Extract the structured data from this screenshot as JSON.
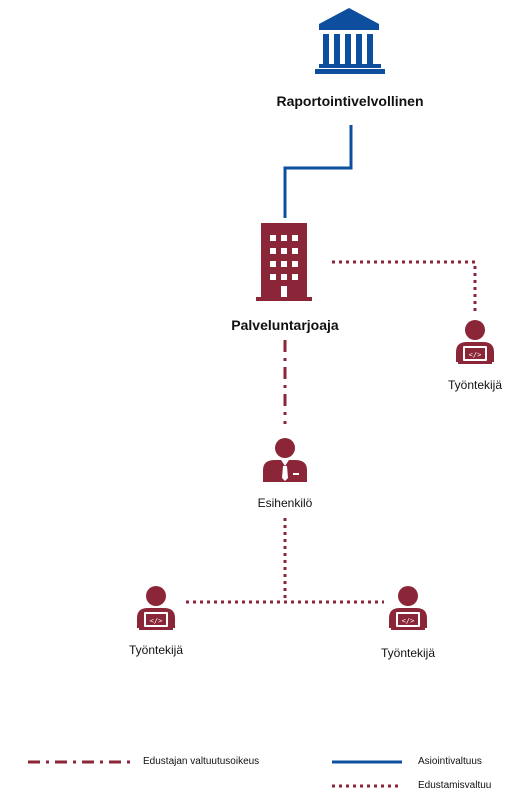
{
  "colors": {
    "maroon": "#8b2638",
    "blue": "#0d4f9e",
    "text": "#111111"
  },
  "nodes": {
    "reporter": {
      "label": "Raportointivelvollinen",
      "icon": "bank-building-icon"
    },
    "provider": {
      "label": "Palveluntarjoaja",
      "icon": "office-building-icon"
    },
    "supervisor": {
      "label": "Esihenkilö",
      "icon": "supervisor-person-icon"
    },
    "employee_right": {
      "label": "Työntekijä",
      "icon": "developer-person-icon"
    },
    "employee_left": {
      "label": "Työntekijä",
      "icon": "developer-person-icon"
    },
    "employee_bottom_right": {
      "label": "Työntekijä",
      "icon": "developer-person-icon"
    }
  },
  "legend": {
    "dashdot": "Edustajan valtuutusoikeus",
    "solid": "Asiointivaltuus",
    "dotted": "Edustamisvaltuu"
  }
}
